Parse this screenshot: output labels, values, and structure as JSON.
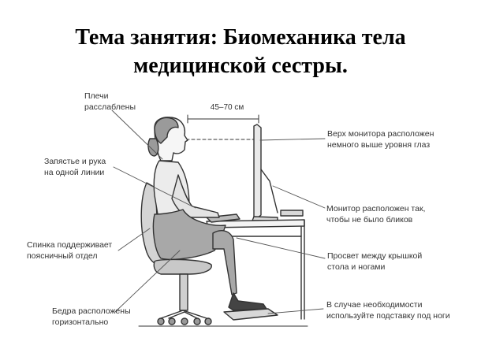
{
  "title": {
    "line1": "Тема занятия: Биомеханика тела",
    "line2": "медицинской сестры."
  },
  "dimension_label": "45–70 см",
  "labels": {
    "shoulders": [
      "Плечи",
      "расслаблены"
    ],
    "wrist": [
      "Запястье и рука",
      "на одной линии"
    ],
    "back": [
      "Спинка поддерживает",
      "поясничный отдел"
    ],
    "hips": [
      "Бедра расположены",
      "горизонтально"
    ],
    "monitor_top": [
      "Верх монитора расположен",
      "немного выше уровня глаз"
    ],
    "monitor_glare": [
      "Монитор расположен так,",
      "чтобы не было бликов"
    ],
    "gap": [
      "Просвет между крышкой",
      "стола и ногами"
    ],
    "footrest": [
      "В случае необходимости",
      "используйте подставку под ноги"
    ]
  }
}
